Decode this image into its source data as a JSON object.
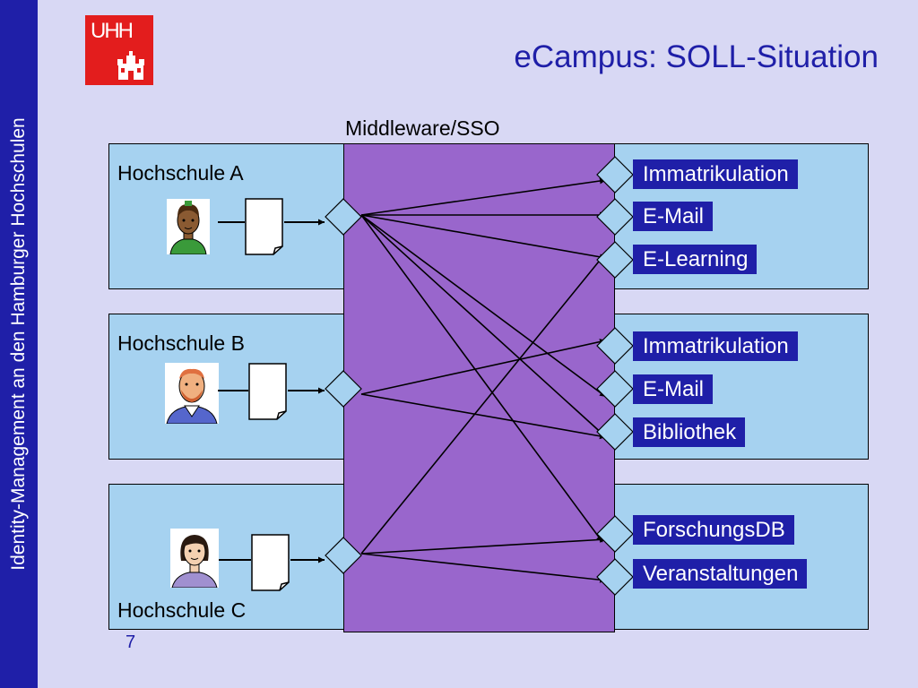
{
  "sidebar": {
    "text": "Identity-Management an den Hamburger Hochschulen"
  },
  "logo": {
    "text": "UHH"
  },
  "title": "eCampus: SOLL-Situation",
  "middleware_label": "Middleware/SSO",
  "universities": [
    {
      "name": "Hochschule A",
      "services": [
        "Immatrikulation",
        "E-Mail",
        "E-Learning"
      ]
    },
    {
      "name": "Hochschule B",
      "services": [
        "Immatrikulation",
        "E-Mail",
        "Bibliothek"
      ]
    },
    {
      "name": "Hochschule C",
      "services": [
        "ForschungsDB",
        "Veranstaltungen"
      ]
    }
  ],
  "colors": {
    "sidebar": "#1f1fa8",
    "panel": "#a6d2f0",
    "middleware": "#9966cc",
    "service_label": "#1f1fa8",
    "logo": "#e31d1d",
    "background": "#d8d8f4"
  },
  "page_number": "7"
}
